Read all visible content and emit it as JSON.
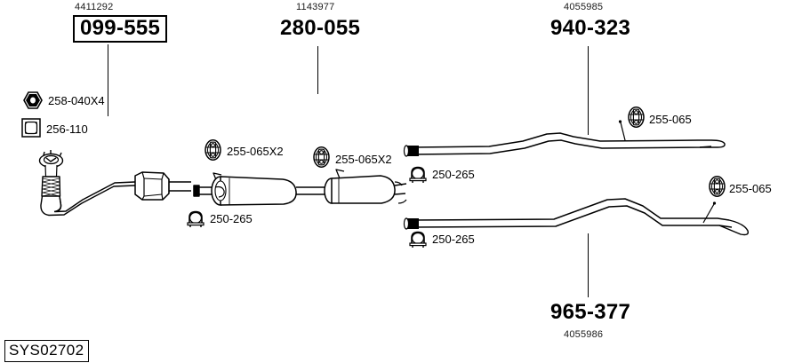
{
  "diagram": {
    "code": "SYS02702",
    "groups": [
      {
        "ref": "4411292",
        "code": "099-555",
        "boxed": true
      },
      {
        "ref": "1143977",
        "code": "280-055",
        "boxed": false
      },
      {
        "ref": "4055985",
        "code": "940-323",
        "boxed": false
      },
      {
        "ref": "4055986",
        "code": "965-377",
        "boxed": false
      }
    ],
    "parts": [
      {
        "id": "nut",
        "label": "258-040X4",
        "icon": "hex-nut-icon"
      },
      {
        "id": "gasket",
        "label": "256-110",
        "icon": "square-gasket-icon"
      },
      {
        "id": "hanger1",
        "label": "255-065X2",
        "icon": "rubber-hanger-icon"
      },
      {
        "id": "hanger2",
        "label": "255-065X2",
        "icon": "rubber-hanger-icon"
      },
      {
        "id": "clamp1",
        "label": "250-265",
        "icon": "u-bolt-clamp-icon"
      },
      {
        "id": "clamp2",
        "label": "250-265",
        "icon": "u-bolt-clamp-icon"
      },
      {
        "id": "clamp3",
        "label": "250-265",
        "icon": "u-bolt-clamp-icon"
      },
      {
        "id": "hanger3",
        "label": "255-065",
        "icon": "rubber-hanger-icon"
      },
      {
        "id": "hanger4",
        "label": "255-065",
        "icon": "rubber-hanger-icon"
      }
    ],
    "components": [
      {
        "id": "catalytic-converter",
        "group": "099-555"
      },
      {
        "id": "front-muffler",
        "group": "280-055"
      },
      {
        "id": "rear-muffler",
        "group": "280-055"
      },
      {
        "id": "upper-tail-pipe",
        "group": "940-323"
      },
      {
        "id": "lower-tail-pipe",
        "group": "965-377"
      }
    ],
    "colors": {
      "line": "#000000",
      "background": "#ffffff",
      "fill": "#ffffff",
      "shade": "#d8d8d8"
    }
  }
}
